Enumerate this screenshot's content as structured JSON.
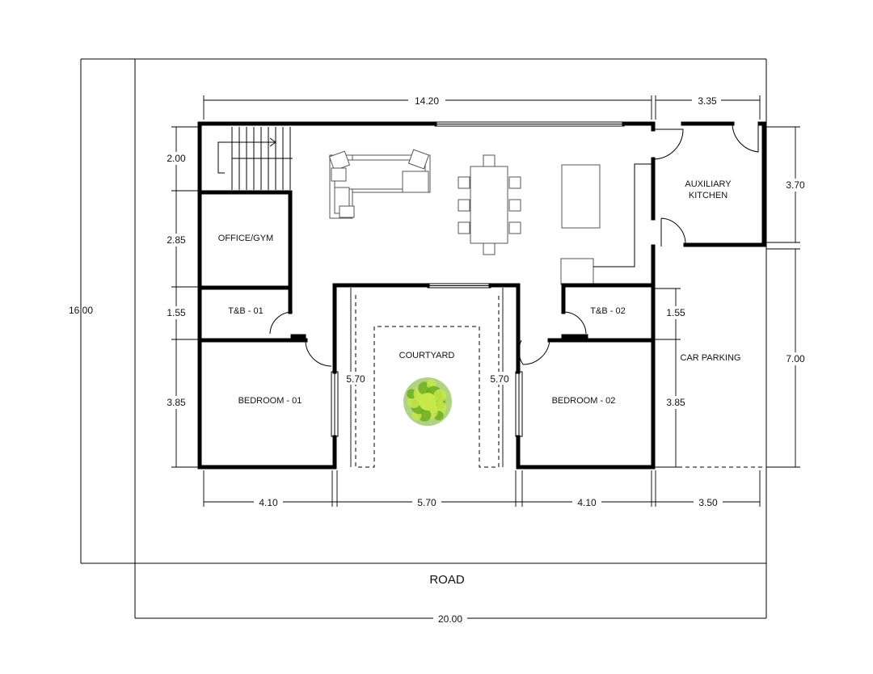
{
  "rooms": {
    "office": "OFFICE/GYM",
    "tb1": "T&B - 01",
    "tb2": "T&B - 02",
    "bedroom1": "BEDROOM - 01",
    "bedroom2": "BEDROOM - 02",
    "courtyard": "COURTYARD",
    "aux_line1": "AUXILIARY",
    "aux_line2": "KITCHEN",
    "parking": "CAR PARKING"
  },
  "road": "ROAD",
  "dimensions": {
    "top_main": "14.20",
    "top_aux": "3.35",
    "left_stair": "2.00",
    "left_office": "2.85",
    "left_tb": "1.55",
    "left_bed": "3.85",
    "lot_depth": "16.00",
    "right_aux": "3.70",
    "right_parking": "7.00",
    "tb2_height": "1.55",
    "bed2_height": "3.85",
    "court_left": "5.70",
    "court_right": "5.70",
    "bottom_bed1": "4.10",
    "bottom_court": "5.70",
    "bottom_bed2": "4.10",
    "bottom_parking": "3.50",
    "lot_width": "20.00"
  },
  "colors": {
    "wall": "#000000",
    "tree_light": "#c6e84a",
    "tree_dark": "#6fae1e"
  }
}
